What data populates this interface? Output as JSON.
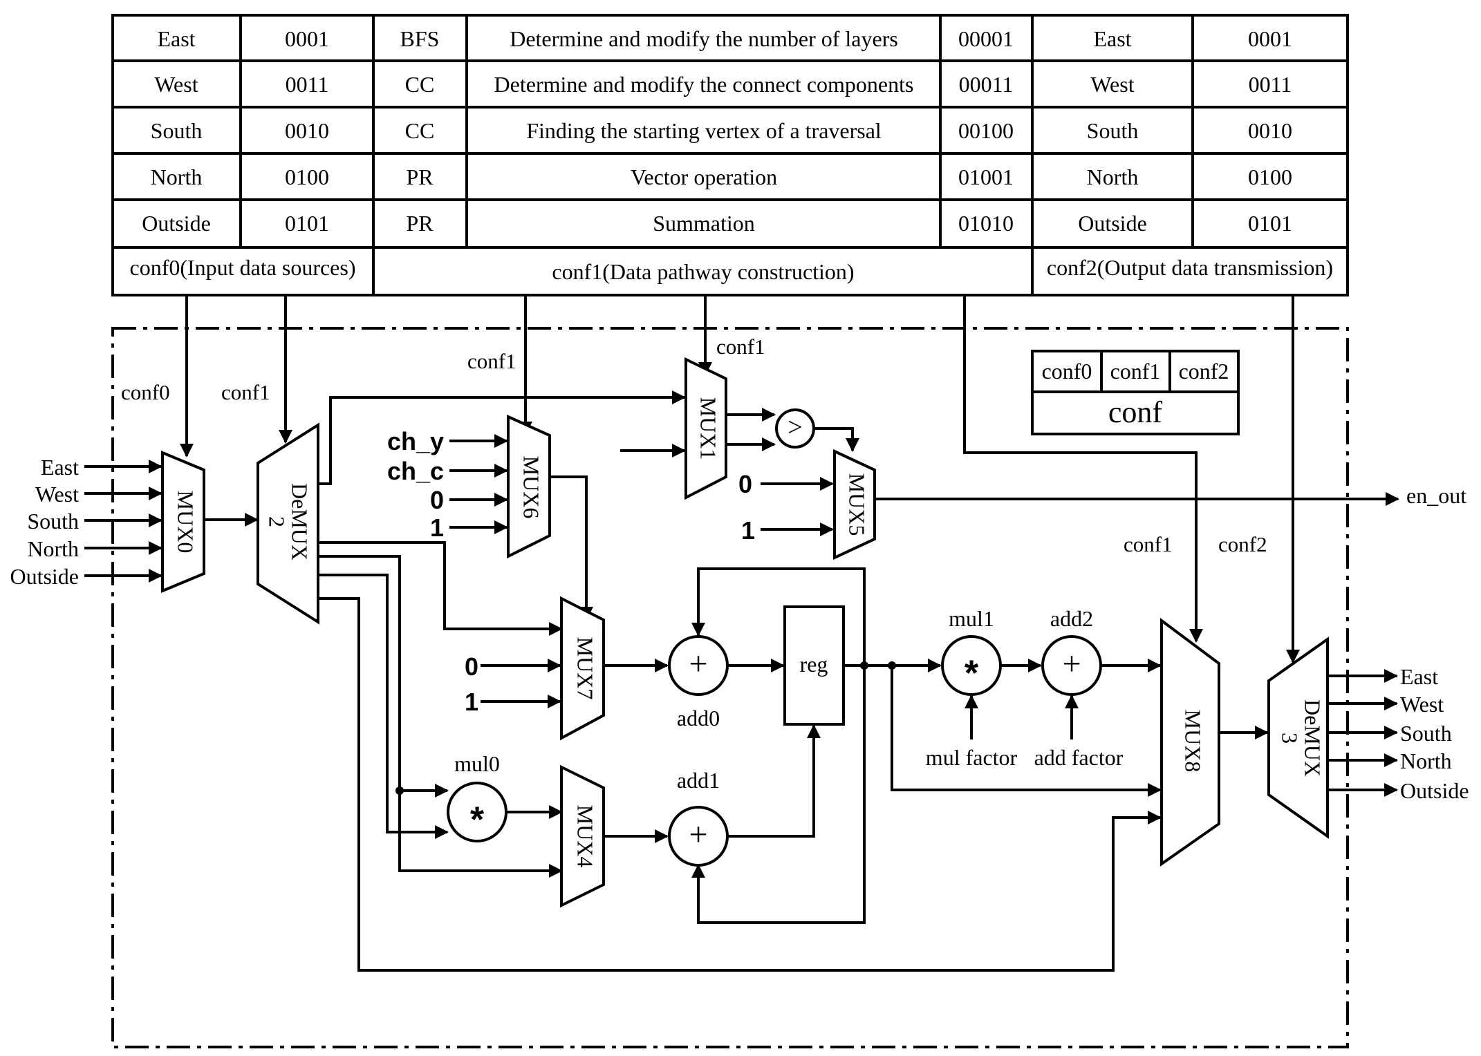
{
  "config_table": {
    "rows": [
      [
        "East",
        "0001",
        "BFS",
        "Determine and modify the number of layers",
        "00001",
        "East",
        "0001"
      ],
      [
        "West",
        "0011",
        "CC",
        "Determine and modify the connect components",
        "00011",
        "West",
        "0011"
      ],
      [
        "South",
        "0010",
        "CC",
        "Finding the starting vertex of a traversal",
        "00100",
        "South",
        "0010"
      ],
      [
        "North",
        "0100",
        "PR",
        "Vector operation",
        "01001",
        "North",
        "0100"
      ],
      [
        "Outside",
        "0101",
        "PR",
        "Summation",
        "01010",
        "Outside",
        "0101"
      ]
    ],
    "footer": [
      "conf0(Input data sources)",
      "conf1(Data pathway construction)",
      "conf2(Output data transmission)"
    ]
  },
  "conf_box": {
    "cells": [
      "conf0",
      "conf1",
      "conf2"
    ],
    "label": "conf"
  },
  "inputs": [
    "East",
    "West",
    "South",
    "North",
    "Outside"
  ],
  "outputs": [
    "East",
    "West",
    "South",
    "North",
    "Outside"
  ],
  "blocks": {
    "mux0": "MUX0",
    "demux2_a": "DeMUX",
    "demux2_b": "2",
    "mux6": "MUX6",
    "mux1": "MUX1",
    "mux5": "MUX5",
    "mux7": "MUX7",
    "mux4": "MUX4",
    "mux8": "MUX8",
    "demux3_a": "DeMUX",
    "demux3_b": "3",
    "reg": "reg",
    "compare_symbol": ">",
    "plus_symbol": "+",
    "times_symbol": "*"
  },
  "labels": {
    "conf0": "conf0",
    "conf1": "conf1",
    "conf2": "conf2",
    "ch_y": "ch_y",
    "ch_c": "ch_c",
    "zero": "0",
    "one": "1",
    "en_out": "en_out",
    "add0": "add0",
    "add1": "add1",
    "add2": "add2",
    "mul0": "mul0",
    "mul1": "mul1",
    "mul_factor": "mul factor",
    "add_factor": "add factor"
  }
}
